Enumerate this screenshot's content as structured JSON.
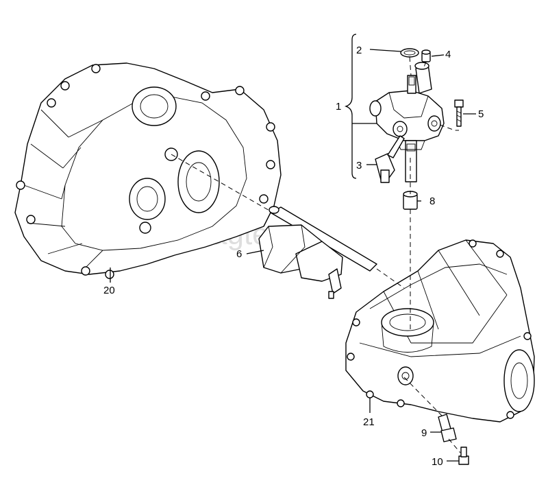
{
  "watermark": "vagtec.ru",
  "callouts": {
    "c1": "1",
    "c2": "2",
    "c3": "3",
    "c4": "4",
    "c5": "5",
    "c6": "6",
    "c8": "8",
    "c9": "9",
    "c10": "10",
    "c20": "20",
    "c21": "21"
  }
}
